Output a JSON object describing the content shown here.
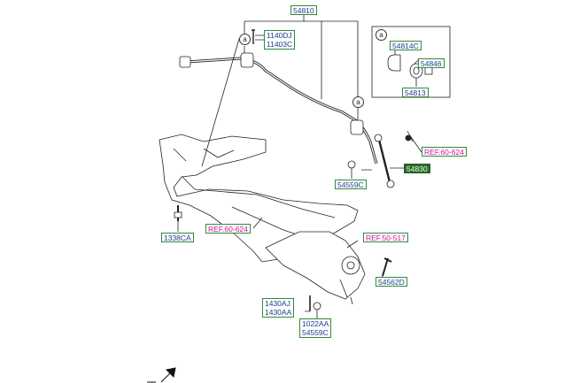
{
  "labels": {
    "assembly": "54810",
    "bolt_a": "1140DJ",
    "bolt_b": "11403C",
    "detail_marker": "a",
    "bushing": "54814C",
    "bracket": "54846",
    "bushing_b": "54813",
    "ref_top": "REF.60-624",
    "link": "54830",
    "nut_link": "54559C",
    "bolt_left": "1338CA",
    "ref_left": "REF.60-624",
    "ref_arm": "REF.50-517",
    "bolt_arm": "54562D",
    "bolt_pair_a": "1430AJ",
    "bolt_pair_b": "1430AA",
    "nut_pair_a": "1022AA",
    "nut_pair_b": "54559C"
  },
  "colors": {
    "frame": "#2e8b3a",
    "part_text": "#1a3f8f",
    "ref_text": "#d0109a",
    "highlight_fill": "#2f6b2a"
  },
  "icons": {
    "front_arrow": "arrow-icon"
  }
}
